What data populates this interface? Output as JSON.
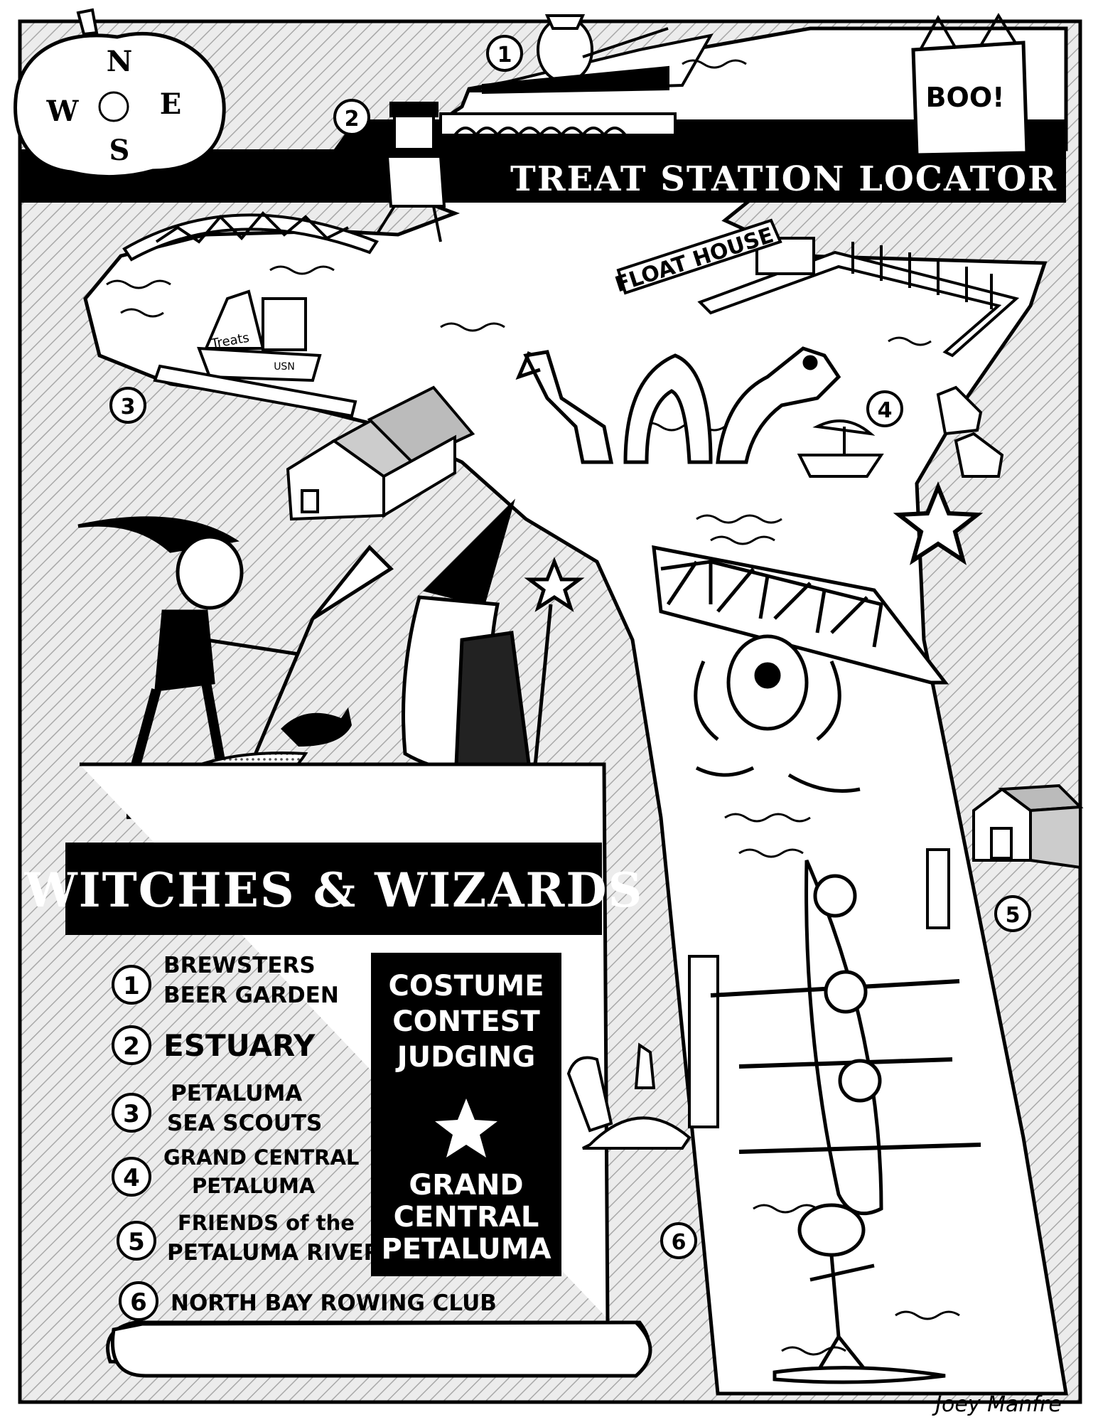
{
  "map": {
    "header_title": "TREAT STATION LOCATOR",
    "compass": {
      "north": "N",
      "west": "W",
      "east": "E",
      "south": "S"
    },
    "boo_bag_text": "BOO!",
    "float_house_label": "FLOAT HOUSE",
    "boat_labels": {
      "treats": "Treats",
      "usn": "USN"
    },
    "markers": [
      "1",
      "2",
      "3",
      "4",
      "5",
      "6"
    ],
    "theme_title": "WITCHES & WIZARDS",
    "legend": [
      {
        "num": "1",
        "line1": "BREWSTERS",
        "line2": "BEER GARDEN"
      },
      {
        "num": "2",
        "line1": "ESTUARY",
        "line2": ""
      },
      {
        "num": "3",
        "line1": "PETALUMA",
        "line2": "SEA SCOUTS"
      },
      {
        "num": "4",
        "line1": "GRAND CENTRAL",
        "line2": "PETALUMA"
      },
      {
        "num": "5",
        "line1": "FRIENDS of the",
        "line2": "PETALUMA RIVER"
      },
      {
        "num": "6",
        "line1": "NORTH BAY ROWING CLUB",
        "line2": ""
      }
    ],
    "contest_box": {
      "line1": "COSTUME",
      "line2": "CONTEST",
      "line3": "JUDGING",
      "line4": "GRAND",
      "line5": "CENTRAL",
      "line6": "PETALUMA"
    },
    "signature": "Joey Manfre"
  },
  "colors": {
    "ink": "#000000",
    "paper": "#ffffff",
    "hatch_gray": "#d9d9d9",
    "water": "#ffffff"
  }
}
